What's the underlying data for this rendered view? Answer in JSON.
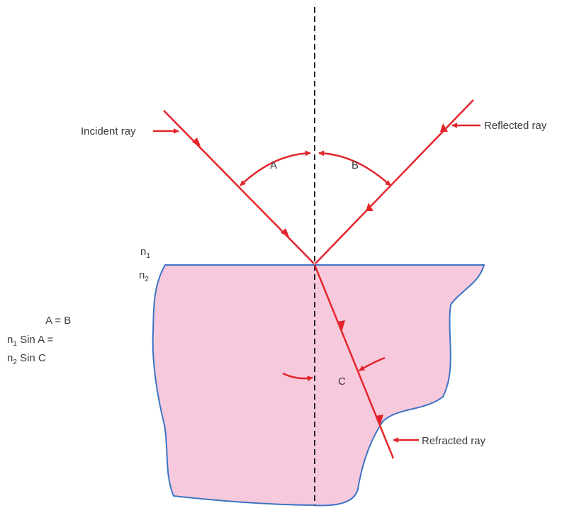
{
  "labels": {
    "incident_ray": "Incident ray",
    "reflected_ray": "Reflected ray",
    "refracted_ray": "Refracted ray",
    "angle_a": "A",
    "angle_b": "B",
    "angle_c": "C",
    "medium_1": {
      "base": "n",
      "sub": "1"
    },
    "medium_2": {
      "base": "n",
      "sub": "2"
    }
  },
  "equations": {
    "line1": "A = B",
    "line2": {
      "n": "n",
      "sub": "1",
      "rest": " Sin A ="
    },
    "line3": {
      "n": "n",
      "sub": "2",
      "rest": " Sin C"
    }
  },
  "colors": {
    "ray": "#e3252b",
    "medium_fill": "#f7c9dc",
    "medium_outline": "#3b74c4",
    "normal_line": "#222222",
    "text": "#3a3a3a"
  }
}
